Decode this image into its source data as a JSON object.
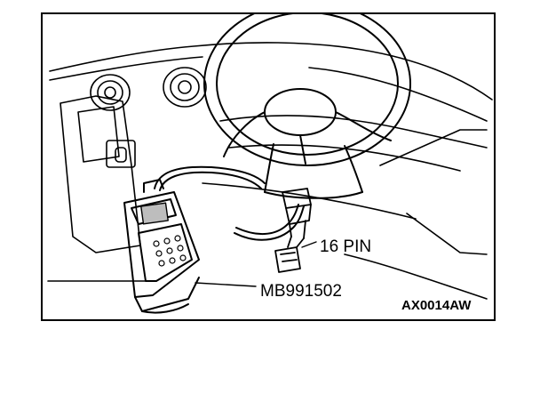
{
  "figure": {
    "connector_label": "16 PIN",
    "tool_label": "MB991502",
    "figure_code": "AX0014AW"
  },
  "icons": [
    "steering-wheel-icon",
    "scan-tool-icon",
    "diagnostic-connector-icon"
  ]
}
